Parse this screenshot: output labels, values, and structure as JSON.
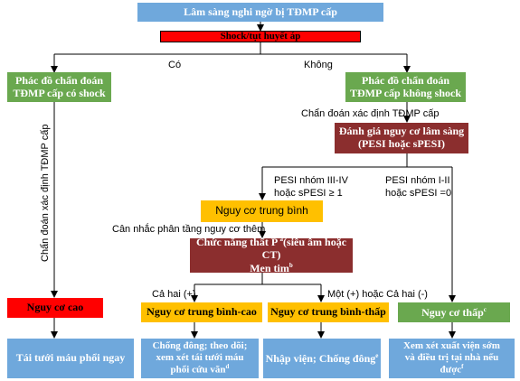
{
  "nodes": {
    "top": "Lâm sàng nghi ngờ  bị TĐMP cấp",
    "shock": "Shock/tụt huyết áp",
    "left_protocol_1": "Phác đồ chẩn đoán",
    "left_protocol_2": "TĐMP cấp có shock",
    "right_protocol_1": "Phác đồ chẩn đoán",
    "right_protocol_2": "TĐMP cấp không shock",
    "risk_assess_1": "Đánh giá nguy cơ lâm sàng",
    "risk_assess_2": "(PESI hoặc sPESI)",
    "intermediate": "Nguy cơ trung bình",
    "rv_function_1": "Chức năng thất P ",
    "rv_function_sup": "a",
    "rv_function_2": "(siêu âm hoặc CT)",
    "rv_function_3": "Men tim",
    "rv_function_3_sup": "b",
    "high_risk": "Nguy cơ cao",
    "int_high": "Nguy cơ  trung bình-cao",
    "int_low": "Nguy cơ  trung bình-thấp",
    "low_risk": "Nguy cơ  thấp",
    "low_risk_sup": "c",
    "reperfusion": "Tái tưới máu phổi ngay",
    "anticoag_1": "Chống đông; theo dõi;",
    "anticoag_2": "xem xét tái tưới máu",
    "anticoag_3": "phổi cứu vãn",
    "anticoag_sup": "d",
    "admit": "Nhập viện; Chống đông",
    "admit_sup": "e",
    "discharge_1": "Xem xét xuất viện sớm",
    "discharge_2": "và điều trị tại nhà nếu",
    "discharge_3": "được",
    "discharge_sup": "f"
  },
  "labels": {
    "yes": "Có",
    "no": "Không",
    "confirm_right": "Chẩn đoán xác định TĐMP cấp",
    "confirm_left": "Chẩn đoán xác định TĐMP cấp",
    "pesi_high_1": "PESI nhóm III-IV",
    "pesi_high_2": "hoặc sPESI ≥ 1",
    "pesi_low_1": "PESI nhóm I-II",
    "pesi_low_2": "hoặc sPESI =0",
    "consider": "Cân nhắc phân tầng nguy cơ thêm",
    "both_pos": "Cả hai (+)",
    "one_pos": "Một (+) hoặc Cả hai (-)"
  }
}
